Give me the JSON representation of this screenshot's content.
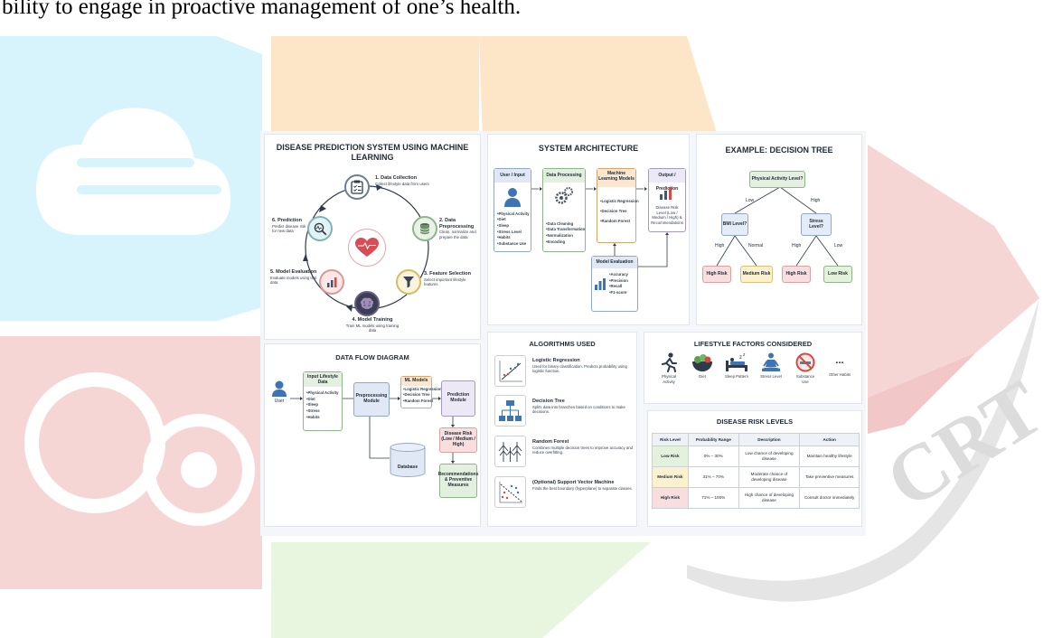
{
  "doc_text_fragment": "bility to engage in proactive management of one’s health.",
  "watermark": {
    "text": "CRT",
    "colors": {
      "blue": "#d7f3fb",
      "orange": "#fde6c8",
      "red": "#f6d5d5",
      "green": "#e9f6df",
      "grey": "#e5e5e5"
    }
  },
  "cycle": {
    "title": "DISEASE PREDICTION SYSTEM USING MACHINE LEARNING",
    "steps": [
      {
        "title": "1. Data Collection",
        "desc": "Collect lifestyle data from users"
      },
      {
        "title": "2. Data Preprocessing",
        "desc": "Clean, normalize and prepare the data"
      },
      {
        "title": "3. Feature Selection",
        "desc": "Select important lifestyle features"
      },
      {
        "title": "4. Model Training",
        "desc": "Train ML models using training data"
      },
      {
        "title": "5. Model Evaluation",
        "desc": "Evaluate models using test data"
      },
      {
        "title": "6. Prediction",
        "desc": "Predict disease risk for new data"
      }
    ],
    "icons": [
      "clipboard-icon",
      "database-icon",
      "filter-icon",
      "brain-icon",
      "bar-chart-icon",
      "magnifier-pulse-icon",
      "heart-icon"
    ]
  },
  "architecture": {
    "title": "SYSTEM ARCHITECTURE",
    "user_title": "User / Input",
    "user_items": [
      "Physical Activity",
      "Diet",
      "Sleep",
      "Stress Level",
      "Habits",
      "Substance Use"
    ],
    "processing_title": "Data Processing",
    "processing_items": [
      "Data Cleaning",
      "Data Transformation",
      "Normalization",
      "Encoding"
    ],
    "ml_title": "Machine Learning Models",
    "ml_items": [
      "Logistic Regression",
      "Decision Tree",
      "Random Forest"
    ],
    "output_title": "Output / Prediction",
    "output_desc": "Disease Risk Level (Low / Medium / High) & Recommendations",
    "eval_title": "Model Evaluation",
    "eval_items": [
      "Accuracy",
      "Precision",
      "Recall",
      "F1-score"
    ]
  },
  "tree": {
    "title": "EXAMPLE: DECISION TREE",
    "root": "Physical Activity Level?",
    "left_edge": "Low",
    "right_edge": "High",
    "bmi": "BMI Level?",
    "stress": "Stress Level?",
    "bmi_high": "High",
    "bmi_normal": "Normal",
    "stress_high": "High",
    "stress_low": "Low",
    "leaves": [
      "High Risk",
      "Medium Risk",
      "High Risk",
      "Low Risk"
    ]
  },
  "dataflow": {
    "title": "DATA FLOW DIAGRAM",
    "user": "User",
    "input_title": "Input Lifestyle Data",
    "input_items": [
      "Physical Activity",
      "Diet",
      "Sleep",
      "Stress",
      "Habits"
    ],
    "preprocessing": "Preprocessing Module",
    "ml_title": "ML Models",
    "ml_items": [
      "Logistic Regression",
      "Decision Tree",
      "Random Forest"
    ],
    "prediction": "Prediction Module",
    "risk": "Disease Risk (Low / Medium / High)",
    "recommend": "Recommendations & Preventive Measures",
    "database": "Database"
  },
  "algorithms": {
    "title": "ALGORITHMS USED",
    "items": [
      {
        "name": "Logistic Regression",
        "desc": "Used for binary classification. Predicts probability using logistic function.",
        "icon": "regression-plot-icon"
      },
      {
        "name": "Decision Tree",
        "desc": "Splits data into branches based on conditions to make decisions.",
        "icon": "hierarchy-icon"
      },
      {
        "name": "Random Forest",
        "desc": "Combines multiple decision trees to improve accuracy and reduce overfitting.",
        "icon": "forest-icon"
      },
      {
        "name": "(Optional) Support Vector Machine",
        "desc": "Finds the best boundary (hyperplane) to separate classes.",
        "icon": "svm-plot-icon"
      }
    ]
  },
  "lifestyle": {
    "title": "LIFESTYLE FACTORS CONSIDERED",
    "factors": [
      {
        "label": "Physical Activity",
        "icon": "running-icon"
      },
      {
        "label": "Diet",
        "icon": "salad-bowl-icon"
      },
      {
        "label": "Sleep Pattern",
        "icon": "bed-icon"
      },
      {
        "label": "Stress Level",
        "icon": "meditation-icon"
      },
      {
        "label": "Substance Use",
        "icon": "no-smoking-icon"
      },
      {
        "label": "Other Habits",
        "icon": "ellipsis-icon"
      }
    ],
    "more": "..."
  },
  "risk_levels": {
    "title": "DISEASE RISK LEVELS",
    "headers": [
      "Risk Level",
      "Probability Range",
      "Description",
      "Action"
    ],
    "rows": [
      {
        "level": "Low Risk",
        "range": "0% – 30%",
        "description": "Low chance of developing disease",
        "action": "Maintain healthy lifestyle",
        "color": "#e4f2dc"
      },
      {
        "level": "Medium Risk",
        "range": "31% – 70%",
        "description": "Moderate chance of developing disease",
        "action": "Take preventive measures",
        "color": "#fcf1cf"
      },
      {
        "level": "High Risk",
        "range": "71% – 100%",
        "description": "High chance of developing disease",
        "action": "Consult doctor immediately",
        "color": "#f8dede"
      }
    ]
  }
}
